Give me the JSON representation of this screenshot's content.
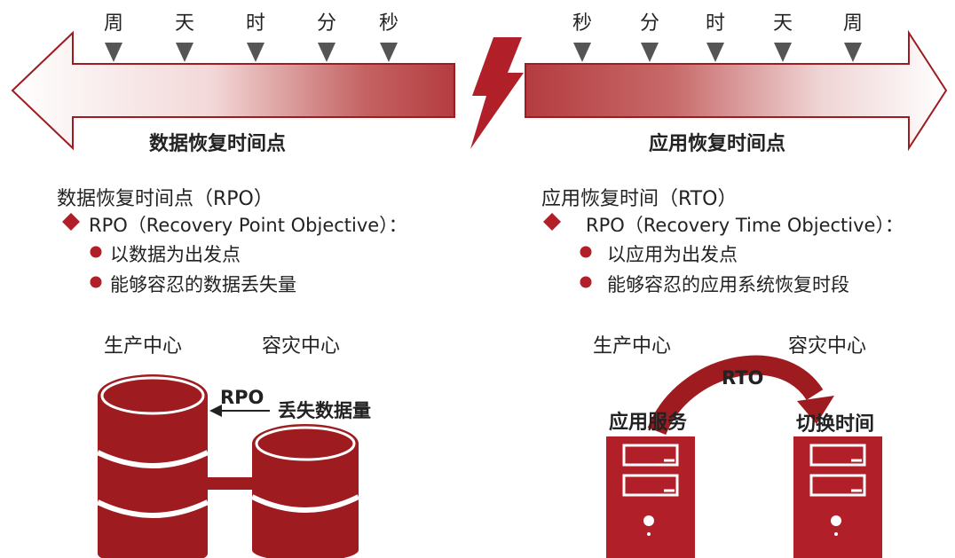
{
  "timeline": {
    "left_ticks": [
      "周",
      "天",
      "时",
      "分",
      "秒"
    ],
    "right_ticks": [
      "秒",
      "分",
      "时",
      "天",
      "周"
    ],
    "left_label": "数据恢复时间点",
    "right_label": "应用恢复时间点"
  },
  "rpo": {
    "heading": "数据恢复时间点（RPO）",
    "definition": "RPO（Recovery Point Objective）：",
    "points": [
      "以数据为出发点",
      "能够容忍的数据丢失量"
    ],
    "production": "生产中心",
    "disaster": "容灾中心",
    "arrow_label": "RPO",
    "loss_label": "丢失数据量"
  },
  "rto": {
    "heading": "应用恢复时间（RTO）",
    "definition": "RPO（Recovery Time Objective）：",
    "points": [
      "以应用为出发点",
      "能够容忍的应用系统恢复时段"
    ],
    "production": "生产中心",
    "disaster": "容灾中心",
    "arrow_label": "RTO",
    "service_label": "应用服务",
    "switch_label": "切换时间"
  },
  "colors": {
    "accent": "#b11f28",
    "dark_red": "#9e1b1f",
    "arrow_light": "#f5dcdc",
    "tick": "#555555"
  }
}
